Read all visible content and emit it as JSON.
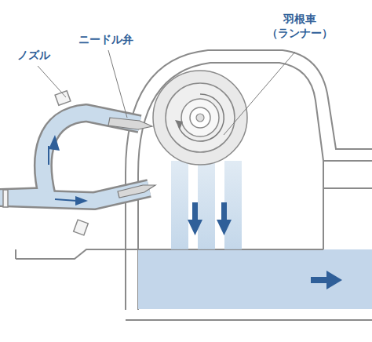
{
  "diagram": {
    "labels": [
      "ノズル",
      "ニードル弁",
      "羽根車 （ランナー）"
    ]
  }
}
